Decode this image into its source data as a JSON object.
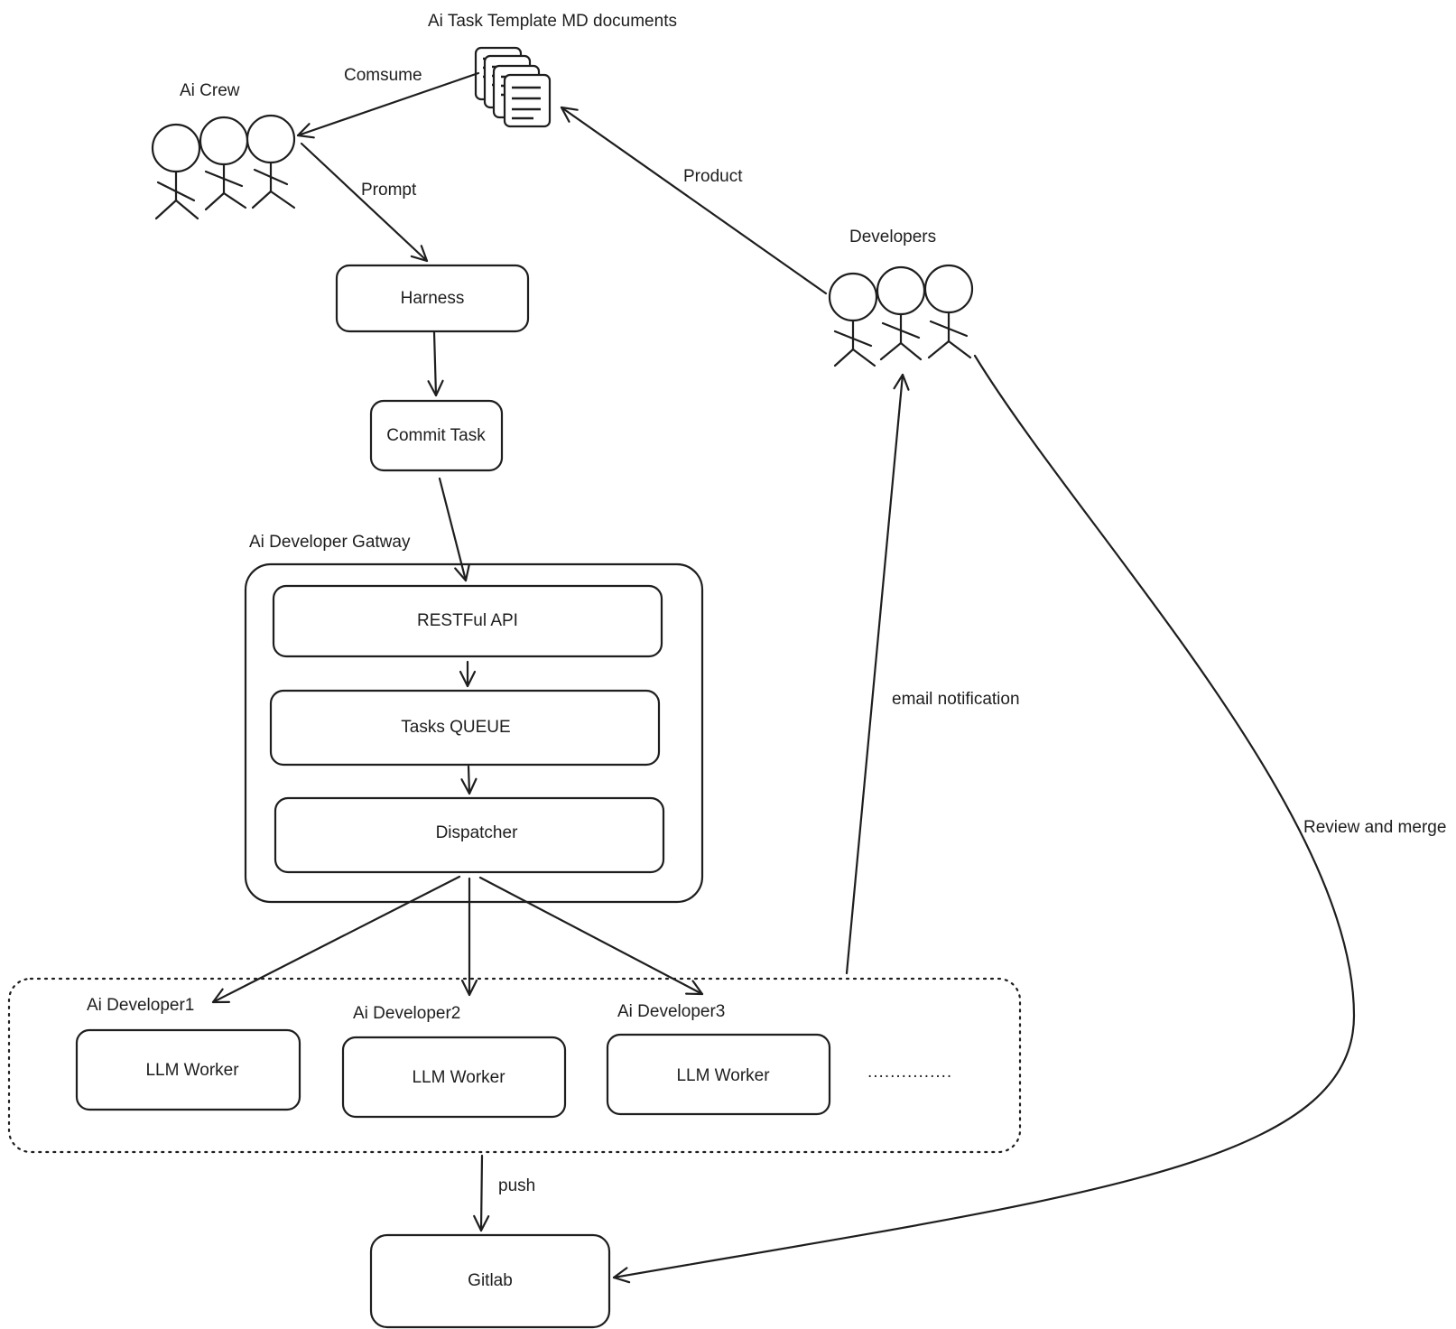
{
  "labels": {
    "template_docs": "Ai Task Template MD documents",
    "ai_crew": "Ai Crew",
    "developers": "Developers",
    "gateway": "Ai Developer Gatway",
    "dev1": "Ai Developer1",
    "dev2": "Ai Developer2",
    "dev3": "Ai Developer3",
    "ellipsis": "..............."
  },
  "nodes": {
    "harness": "Harness",
    "commit_task": "Commit Task",
    "restful_api": "RESTFul API",
    "tasks_queue": "Tasks QUEUE",
    "dispatcher": "Dispatcher",
    "worker1": "LLM Worker",
    "worker2": "LLM Worker",
    "worker3": "LLM Worker",
    "gitlab": "Gitlab"
  },
  "edges": {
    "consume": "Comsume",
    "prompt": "Prompt",
    "product": "Product",
    "email": "email notification",
    "review": "Review and merge",
    "push": "push"
  },
  "icons": [
    "stick-figure-icon",
    "document-stack-icon"
  ]
}
